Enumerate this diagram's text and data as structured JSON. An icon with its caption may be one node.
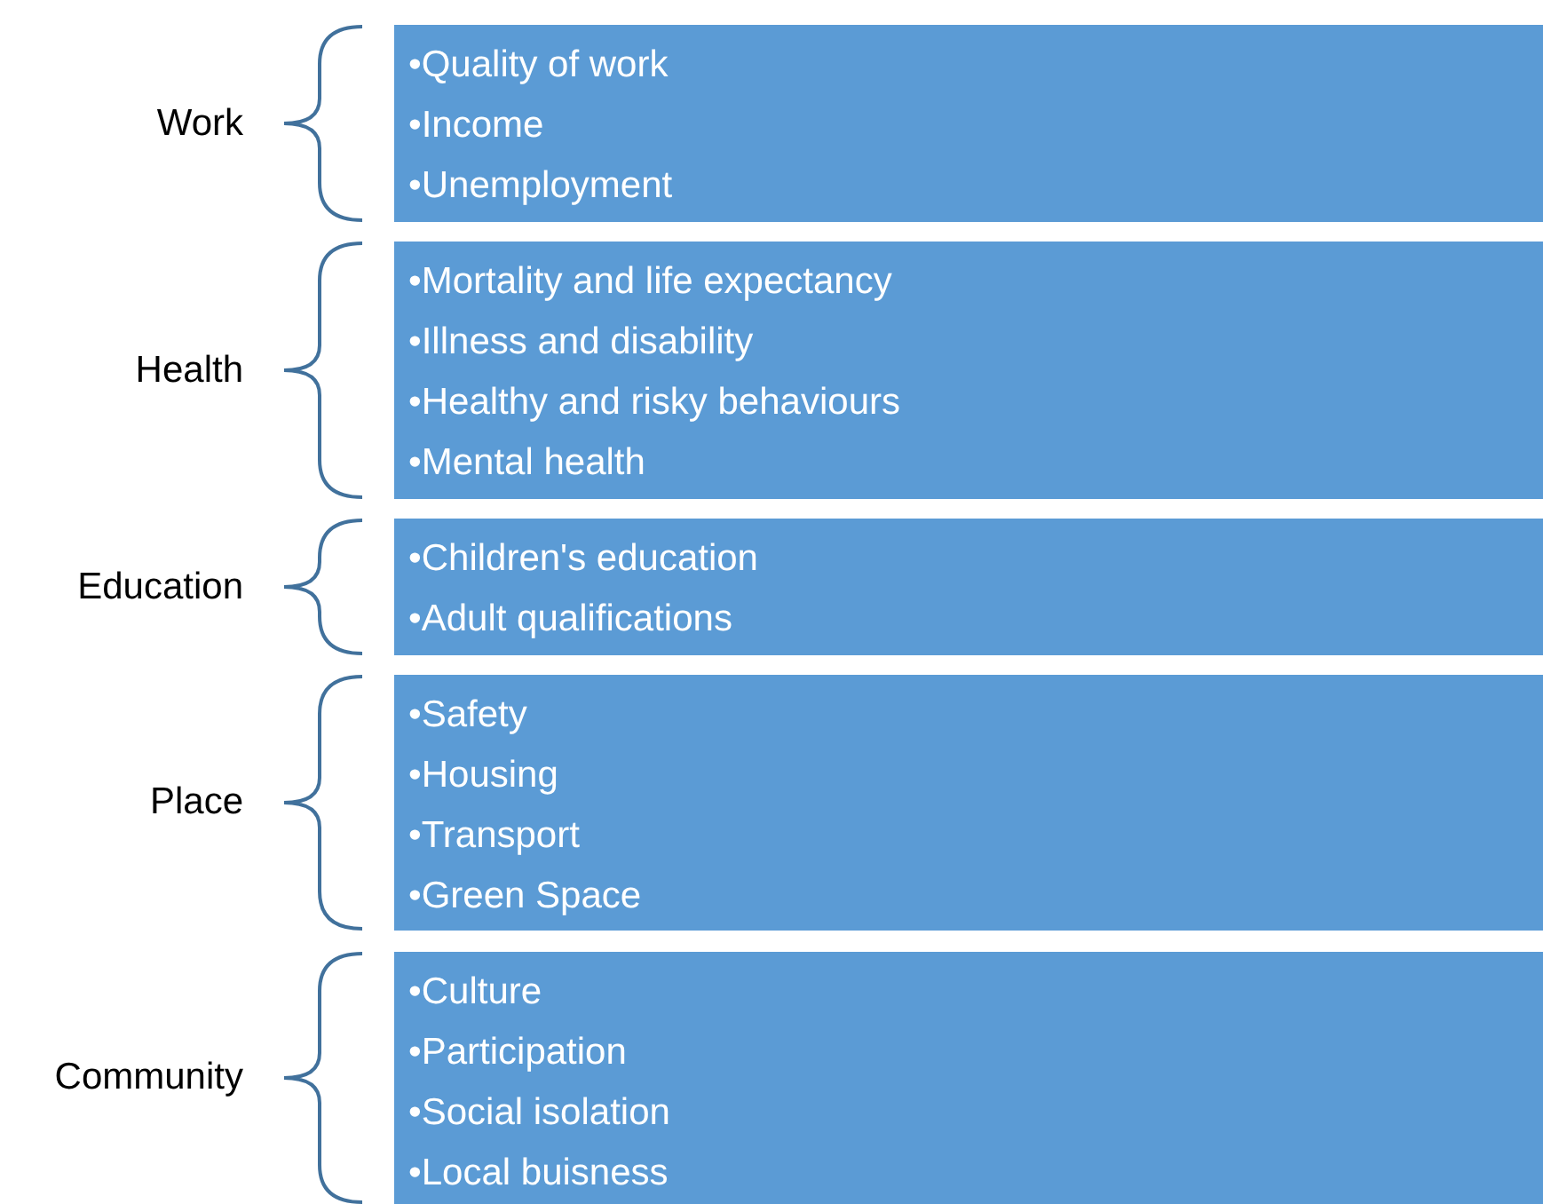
{
  "diagram": {
    "nodes": [
      {
        "text": [
          "Work",
          "•Quality of work",
          "•Income",
          "•Unemployment"
        ]
      },
      {
        "text": [
          "Health",
          "•Mortality and life expectancy",
          "•Illness and disability",
          "•Healthy and risky behaviours",
          "•Mental health"
        ]
      },
      {
        "text": [
          "Education",
          "•Children's education",
          "•Adult qualifications"
        ]
      },
      {
        "text": [
          "Place",
          "•Safety",
          "•Housing",
          "•Transport",
          "•Green Space"
        ]
      },
      {
        "text": [
          "Community",
          "•Culture",
          "•Participation",
          "•Social isolation",
          "•Local buisness"
        ]
      }
    ]
  }
}
